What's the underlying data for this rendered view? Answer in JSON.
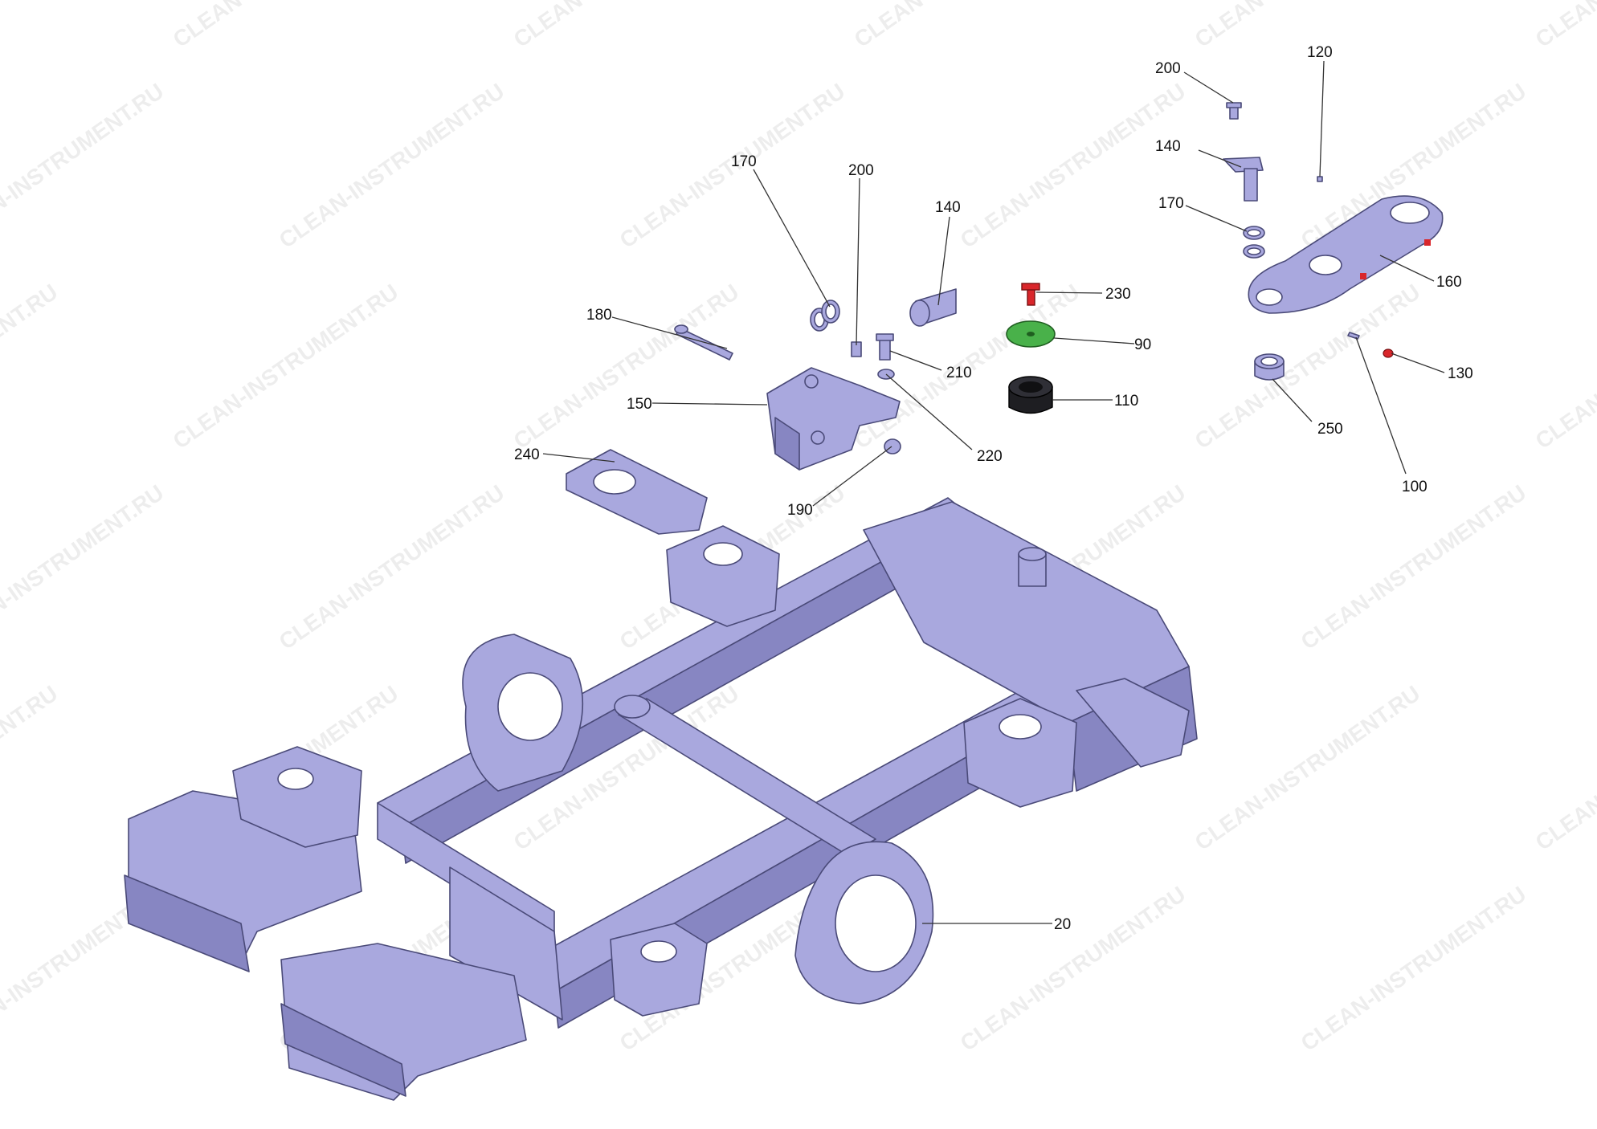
{
  "watermark": "CLEAN-INSTRUMENT.RU",
  "colors": {
    "part": "#a9a8de",
    "bolt_red": "#d9262b",
    "washer_green": "#49b14a",
    "bushing_black": "#1e1e22",
    "line": "#333333"
  },
  "callouts": {
    "c20": "20",
    "c90": "90",
    "c100": "100",
    "c110": "110",
    "c120": "120",
    "c130": "130",
    "c140a": "140",
    "c140b": "140",
    "c150": "150",
    "c160": "160",
    "c170a": "170",
    "c170b": "170",
    "c180": "180",
    "c190": "190",
    "c200a": "200",
    "c200b": "200",
    "c210": "210",
    "c220": "220",
    "c230": "230",
    "c240": "240",
    "c250": "250"
  }
}
